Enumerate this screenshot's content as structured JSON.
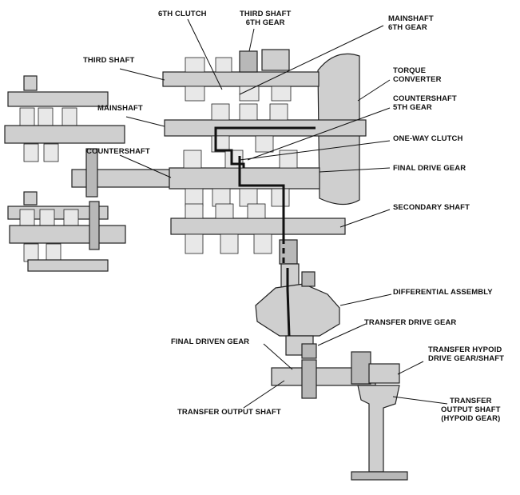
{
  "labels": {
    "sixth_clutch": "6TH CLUTCH",
    "third_shaft_6th_gear": [
      "THIRD SHAFT",
      "6TH GEAR"
    ],
    "mainshaft_6th_gear": [
      "MAINSHAFT",
      "6TH GEAR"
    ],
    "third_shaft": "THIRD SHAFT",
    "torque_converter": [
      "TORQUE",
      "CONVERTER"
    ],
    "mainshaft": "MAINSHAFT",
    "countershaft_5th_gear": [
      "COUNTERSHAFT",
      "5TH GEAR"
    ],
    "one_way_clutch": "ONE-WAY CLUTCH",
    "countershaft": "COUNTERSHAFT",
    "final_drive_gear": "FINAL DRIVE GEAR",
    "secondary_shaft": "SECONDARY SHAFT",
    "differential_assembly": "DIFFERENTIAL ASSEMBLY",
    "transfer_drive_gear": "TRANSFER DRIVE GEAR",
    "final_driven_gear": "FINAL DRIVEN GEAR",
    "transfer_hypoid_drive_gear_shaft": [
      "TRANSFER HYPOID",
      "DRIVE GEAR/SHAFT"
    ],
    "transfer_output_shaft": "TRANSFER OUTPUT SHAFT",
    "transfer_output_shaft_hypoid_gear": [
      "TRANSFER",
      "OUTPUT SHAFT",
      "(HYPOID GEAR)"
    ]
  }
}
